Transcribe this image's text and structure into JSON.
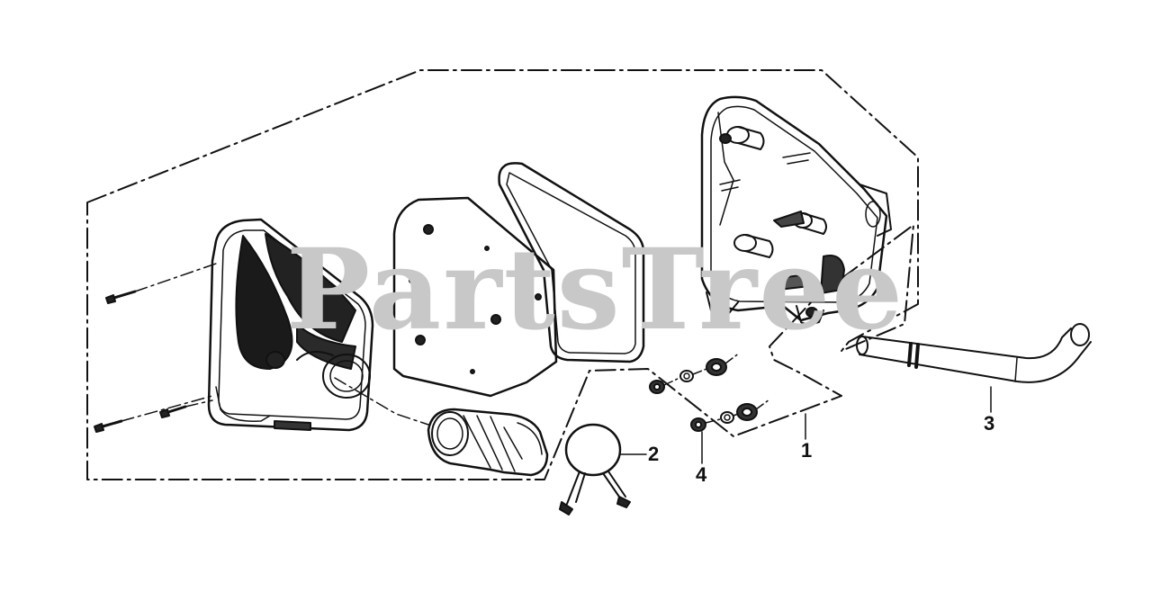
{
  "watermark": {
    "text": "PartsTree",
    "color": "#c8c8c8"
  },
  "callouts": [
    {
      "label": "1",
      "part": "air-cleaner-assembly"
    },
    {
      "label": "2",
      "part": "hose-clamp"
    },
    {
      "label": "3",
      "part": "breather-tube"
    },
    {
      "label": "4",
      "part": "flange-nut"
    }
  ],
  "colors": {
    "line": "#111111",
    "background": "#ffffff"
  }
}
